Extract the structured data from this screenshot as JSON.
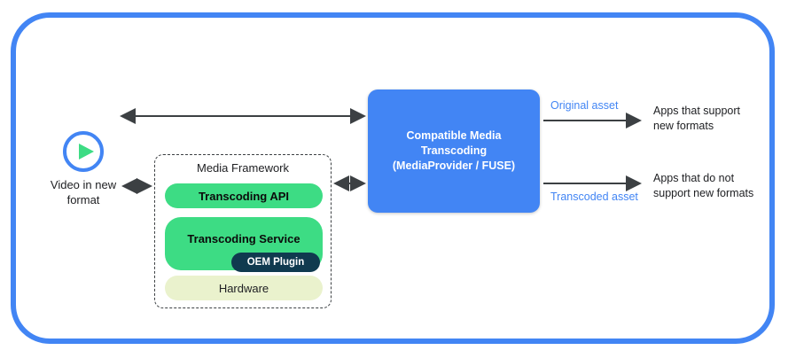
{
  "diagram": {
    "title_region": "Android Compatible Media Transcoding flow",
    "colors": {
      "frame_blue": "#4285f4",
      "android_green": "#3ddc84",
      "oem_navy": "#103a4f",
      "hardware_pale": "#eaf2cd",
      "text_dark": "#202124"
    },
    "source": {
      "icon": "play-circle-icon",
      "label": "Video in\nnew format"
    },
    "framework": {
      "title": "Media Framework",
      "items": [
        {
          "label": "Transcoding API",
          "style": "green-pill"
        },
        {
          "label": "Transcoding Service",
          "style": "green-pill"
        },
        {
          "label": "OEM Plugin",
          "style": "navy-pill"
        },
        {
          "label": "Hardware",
          "style": "pale-pill"
        }
      ]
    },
    "central_block": {
      "label": "Compatible Media\nTranscoding\n(MediaProvider / FUSE)"
    },
    "outputs": [
      {
        "asset_label": "Original asset",
        "target_label": "Apps that support\nnew formats"
      },
      {
        "asset_label": "Transcoded asset",
        "target_label": "Apps that do not\nsupport new formats"
      }
    ],
    "connectors": [
      {
        "name": "video-to-transcoding-bidirectional",
        "type": "double-arrow"
      },
      {
        "name": "video-to-framework-bidirectional",
        "type": "double-arrow"
      },
      {
        "name": "framework-to-transcoding-bidirectional",
        "type": "double-arrow"
      },
      {
        "name": "transcoding-to-supporting-apps",
        "type": "single-arrow"
      },
      {
        "name": "transcoding-to-nonsupporting-apps",
        "type": "single-arrow"
      }
    ]
  }
}
